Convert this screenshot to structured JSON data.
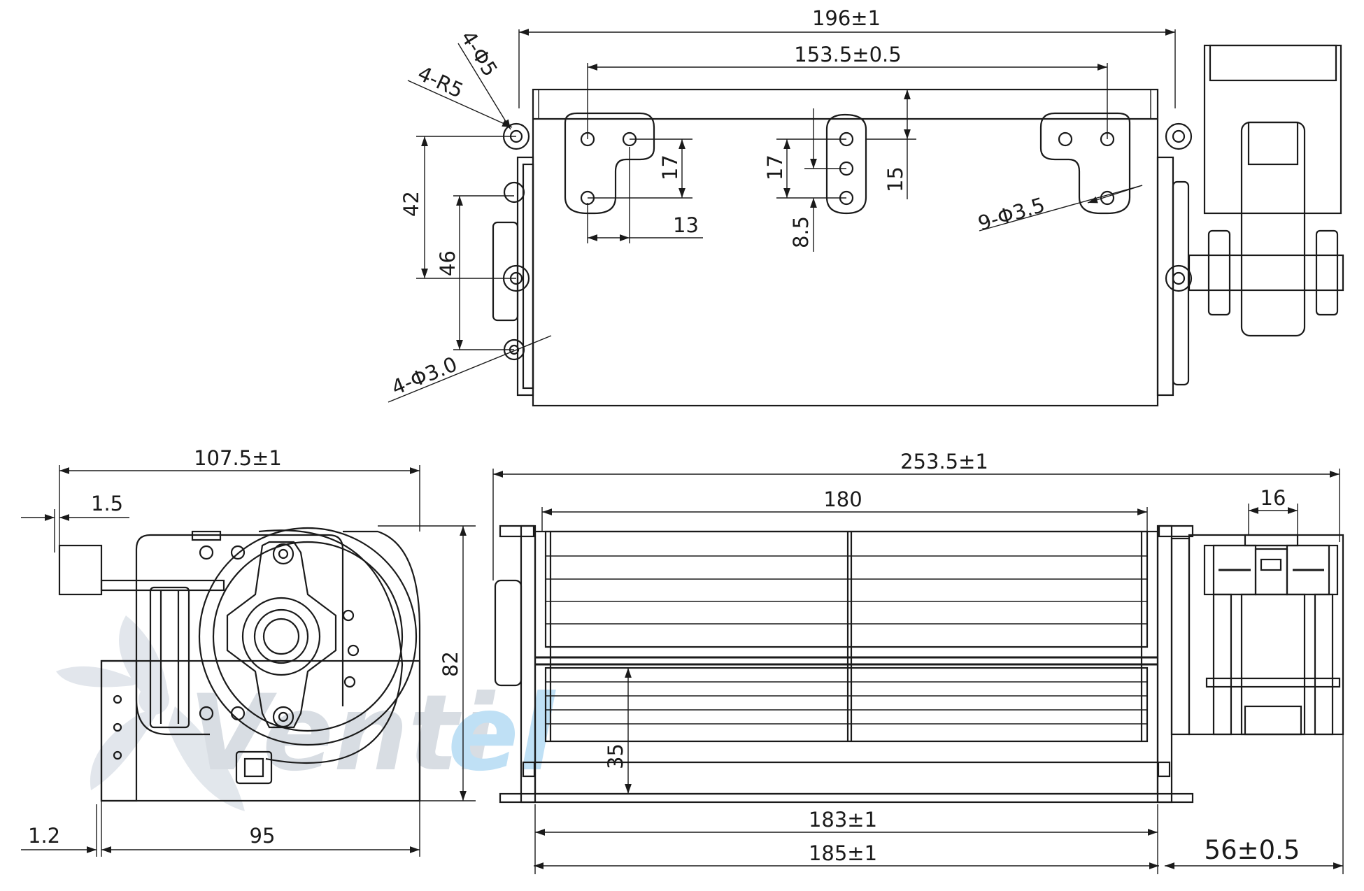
{
  "watermark": {
    "text_main": "Venti",
    "text_accent": "el",
    "main_color": "#d8dde3",
    "accent_color": "#bfe0f5",
    "fan_color": "#dfe4ea"
  },
  "top_view": {
    "dims": {
      "overall_width": "196±1",
      "hole_pitch": "153.5±0.5",
      "mount_hole": "4-Φ5",
      "corner_radius": "4-R5",
      "left_holes": "4-Φ3.0",
      "bracket_holes": "9-Φ3.5",
      "h42": "42",
      "h46": "46",
      "h17_left": "17",
      "w13": "13",
      "h17_mid": "17",
      "h8_5": "8.5",
      "h15": "15"
    }
  },
  "side_view": {
    "dims": {
      "width": "107.5±1",
      "offset_top": "1.5",
      "height": "82",
      "base": "95",
      "offset_bottom": "1.2"
    }
  },
  "front_view": {
    "dims": {
      "overall_length": "253.5±1",
      "rotor_length": "180",
      "motor_width": "16",
      "inner_length": "183±1",
      "outer_length": "185±1",
      "motor_depth": "56±0.5",
      "outlet_height": "35"
    }
  }
}
